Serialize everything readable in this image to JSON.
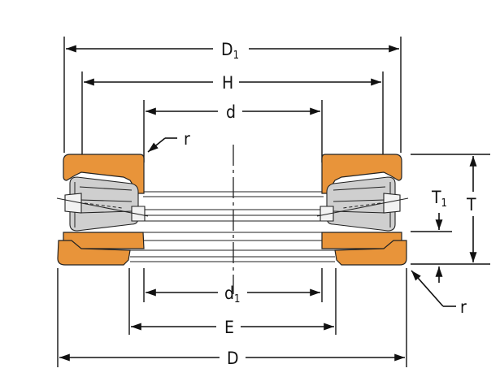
{
  "labels": {
    "D1_main": "D",
    "D1_sub": "1",
    "H": "H",
    "d": "d",
    "r_top": "r",
    "T1_main": "T",
    "T1_sub": "1",
    "T": "T",
    "d1_main": "d",
    "d1_sub": "1",
    "E": "E",
    "D": "D",
    "r_bottom": "r"
  },
  "colors": {
    "race": "#E8943A",
    "line": "#111111",
    "roller": "#cfcfcf"
  }
}
